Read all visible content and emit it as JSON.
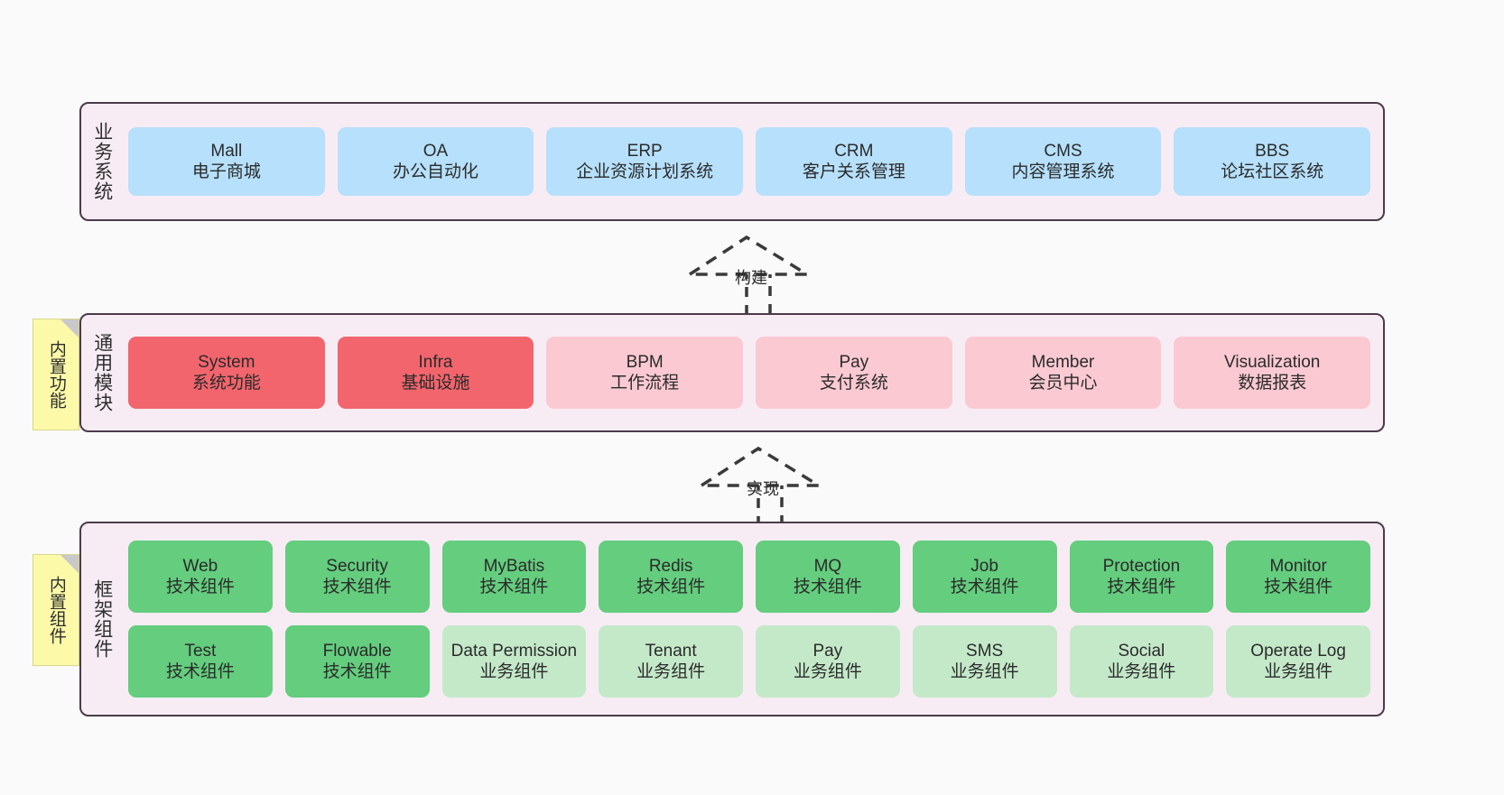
{
  "diagram": {
    "colors": {
      "panel_bg": "#f7ecf4",
      "panel_border": "#4b3b4a",
      "blue": "#b6e0fb",
      "red": "#f2656d",
      "pink": "#fbc9d2",
      "green": "#64cd7e",
      "green_light": "#c4e9c9",
      "note": "#fcfaa8",
      "canvas": "#fafafa"
    }
  },
  "layers": [
    {
      "title": "业务系统",
      "rows": [
        [
          {
            "en": "Mall",
            "cn": "电子商城",
            "color": "blue"
          },
          {
            "en": "OA",
            "cn": "办公自动化",
            "color": "blue"
          },
          {
            "en": "ERP",
            "cn": "企业资源计划系统",
            "color": "blue"
          },
          {
            "en": "CRM",
            "cn": "客户关系管理",
            "color": "blue"
          },
          {
            "en": "CMS",
            "cn": "内容管理系统",
            "color": "blue"
          },
          {
            "en": "BBS",
            "cn": "论坛社区系统",
            "color": "blue"
          }
        ]
      ]
    },
    {
      "title": "通用模块",
      "note": "内置功能",
      "rows": [
        [
          {
            "en": "System",
            "cn": "系统功能",
            "color": "red"
          },
          {
            "en": "Infra",
            "cn": "基础设施",
            "color": "red"
          },
          {
            "en": "BPM",
            "cn": "工作流程",
            "color": "pink"
          },
          {
            "en": "Pay",
            "cn": "支付系统",
            "color": "pink"
          },
          {
            "en": "Member",
            "cn": "会员中心",
            "color": "pink"
          },
          {
            "en": "Visualization",
            "cn": "数据报表",
            "color": "pink"
          }
        ]
      ]
    },
    {
      "title": "框架组件",
      "note": "内置组件",
      "rows": [
        [
          {
            "en": "Web",
            "cn": "技术组件",
            "color": "green"
          },
          {
            "en": "Security",
            "cn": "技术组件",
            "color": "green"
          },
          {
            "en": "MyBatis",
            "cn": "技术组件",
            "color": "green"
          },
          {
            "en": "Redis",
            "cn": "技术组件",
            "color": "green"
          },
          {
            "en": "MQ",
            "cn": "技术组件",
            "color": "green"
          },
          {
            "en": "Job",
            "cn": "技术组件",
            "color": "green"
          },
          {
            "en": "Protection",
            "cn": "技术组件",
            "color": "green"
          },
          {
            "en": "Monitor",
            "cn": "技术组件",
            "color": "green"
          }
        ],
        [
          {
            "en": "Test",
            "cn": "技术组件",
            "color": "green"
          },
          {
            "en": "Flowable",
            "cn": "技术组件",
            "color": "green"
          },
          {
            "en": "Data Permission",
            "cn": "业务组件",
            "color": "green_light"
          },
          {
            "en": "Tenant",
            "cn": "业务组件",
            "color": "green_light"
          },
          {
            "en": "Pay",
            "cn": "业务组件",
            "color": "green_light"
          },
          {
            "en": "SMS",
            "cn": "业务组件",
            "color": "green_light"
          },
          {
            "en": "Social",
            "cn": "业务组件",
            "color": "green_light"
          },
          {
            "en": "Operate Log",
            "cn": "业务组件",
            "color": "green_light"
          }
        ]
      ]
    }
  ],
  "connectors": [
    {
      "label": "构建"
    },
    {
      "label": "实现"
    }
  ]
}
